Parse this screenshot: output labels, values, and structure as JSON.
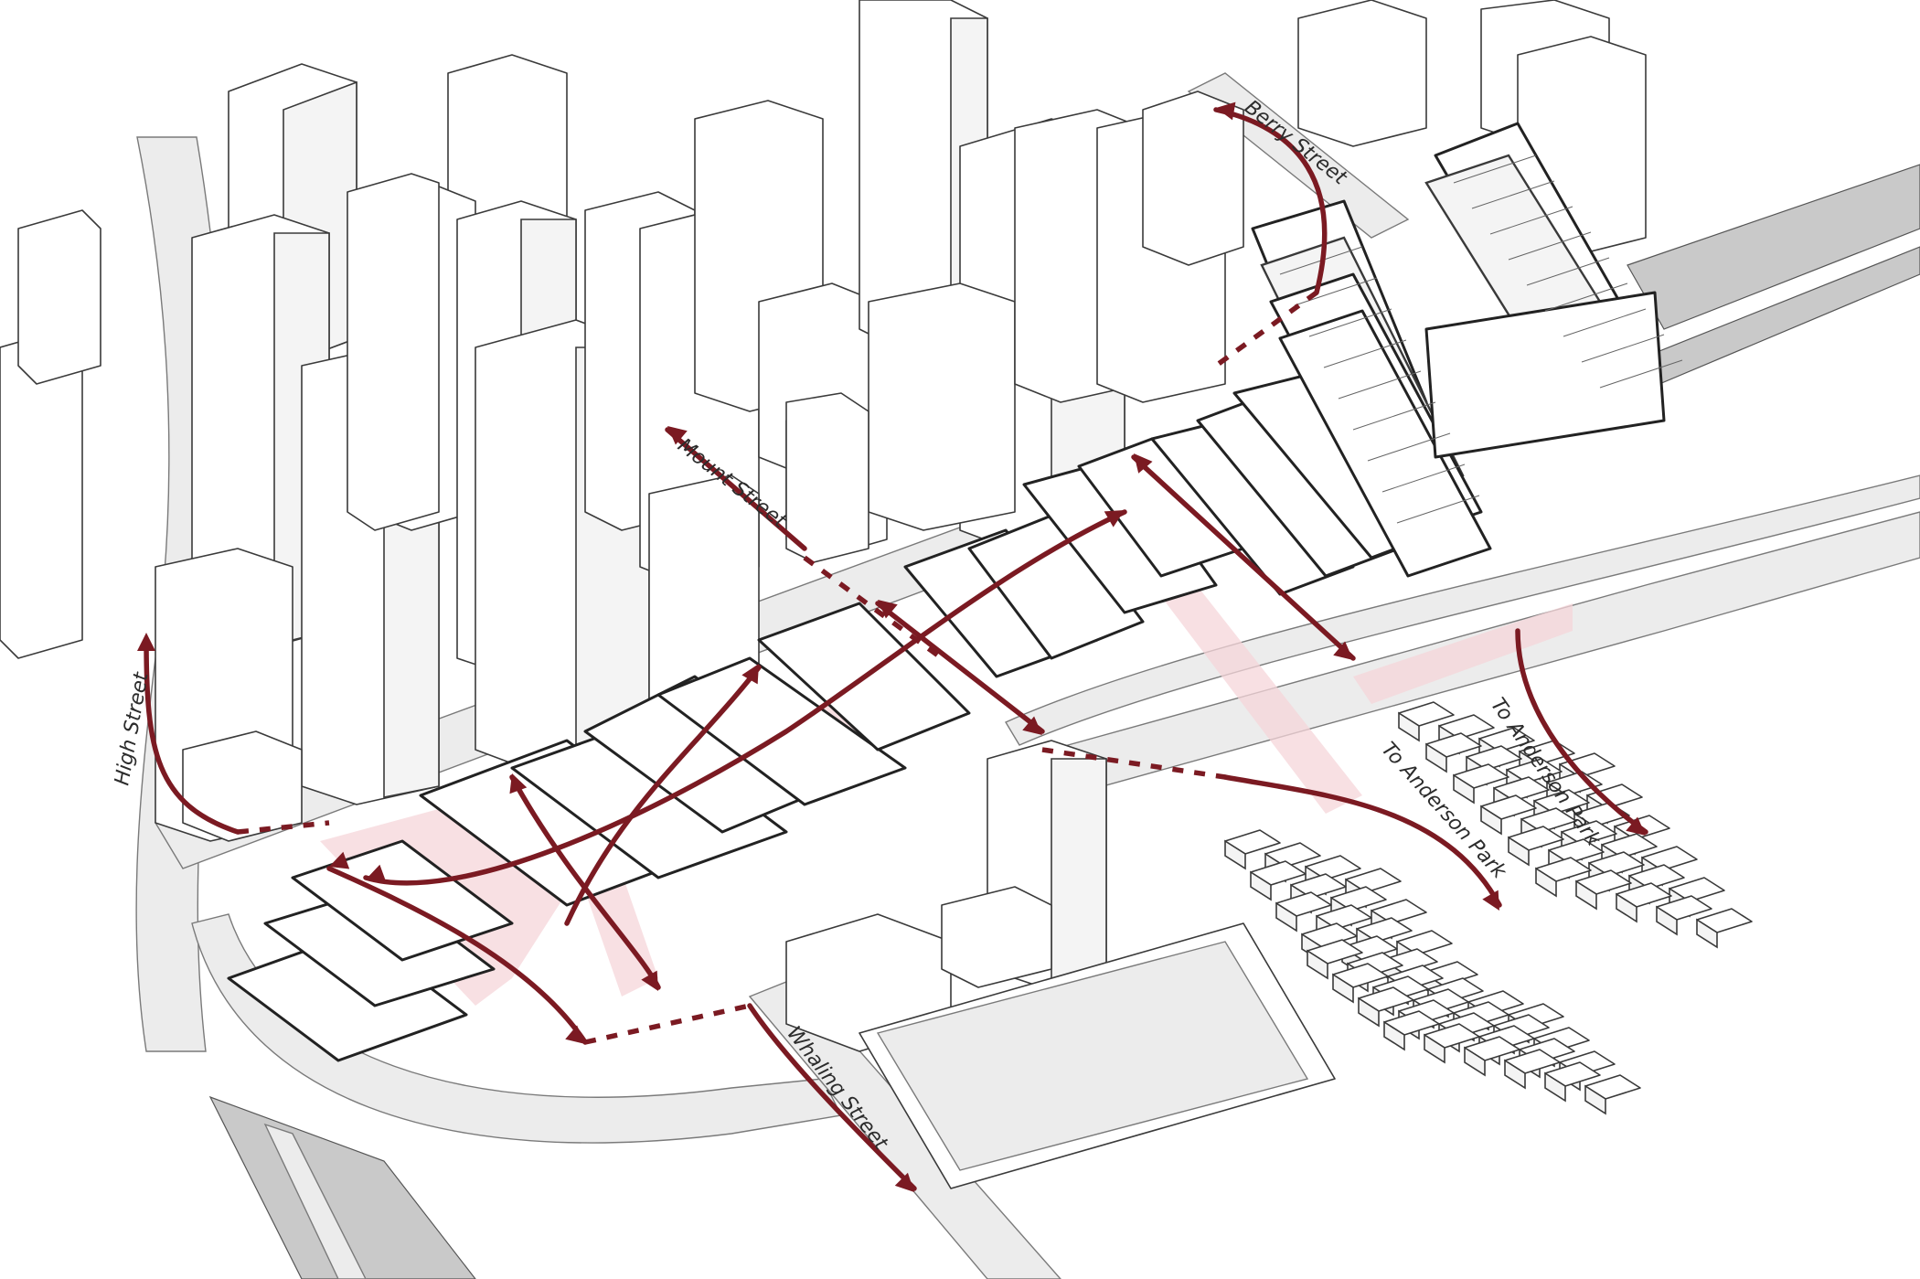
{
  "labels": {
    "high_street": "High Street",
    "mount_street": "Mount Street",
    "berry_street": "Berry Street",
    "whaling_street": "Whaling Street",
    "anderson_park_1": "To Anderson Park",
    "anderson_park_2": "To Anderson Park"
  },
  "colors": {
    "route": "#7b1a22",
    "highlight": "#f6d6da",
    "line": "#3a3a3a",
    "road": "#ececec",
    "rail": "#c9c9c9"
  },
  "icons": {
    "route_arrow": "arrowhead-icon"
  }
}
